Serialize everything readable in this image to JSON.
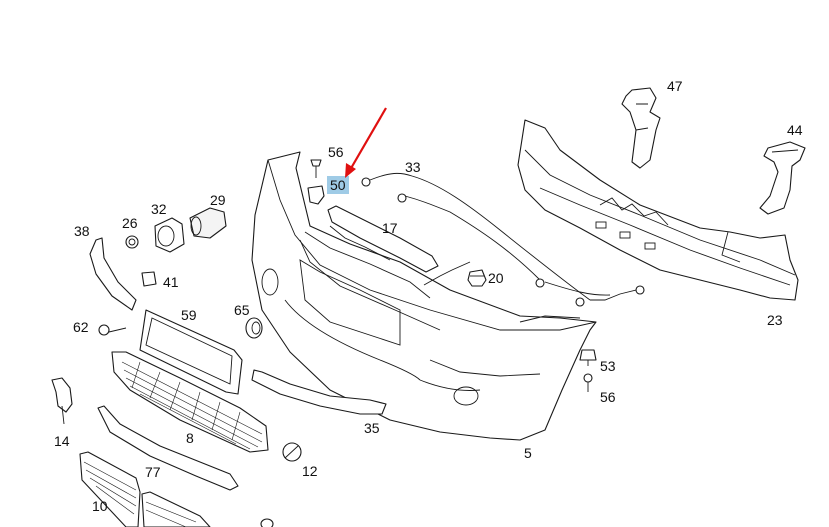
{
  "diagram": {
    "callouts": [
      {
        "id": "p47",
        "label": "47"
      },
      {
        "id": "p44",
        "label": "44"
      },
      {
        "id": "p56a",
        "label": "56"
      },
      {
        "id": "p50",
        "label": "50"
      },
      {
        "id": "p33",
        "label": "33"
      },
      {
        "id": "p29",
        "label": "29"
      },
      {
        "id": "p26",
        "label": "26"
      },
      {
        "id": "p32",
        "label": "32"
      },
      {
        "id": "p38",
        "label": "38"
      },
      {
        "id": "p17",
        "label": "17"
      },
      {
        "id": "p41",
        "label": "41"
      },
      {
        "id": "p20",
        "label": "20"
      },
      {
        "id": "p59",
        "label": "59"
      },
      {
        "id": "p65",
        "label": "65"
      },
      {
        "id": "p62",
        "label": "62"
      },
      {
        "id": "p23",
        "label": "23"
      },
      {
        "id": "p53",
        "label": "53"
      },
      {
        "id": "p56b",
        "label": "56"
      },
      {
        "id": "p14",
        "label": "14"
      },
      {
        "id": "p8",
        "label": "8"
      },
      {
        "id": "p35",
        "label": "35"
      },
      {
        "id": "p5",
        "label": "5"
      },
      {
        "id": "p12",
        "label": "12"
      },
      {
        "id": "p77",
        "label": "77"
      },
      {
        "id": "p10",
        "label": "10"
      }
    ],
    "highlighted_part": "50",
    "highlight_color": "#9fcbe6",
    "arrow_color": "#e01010"
  }
}
